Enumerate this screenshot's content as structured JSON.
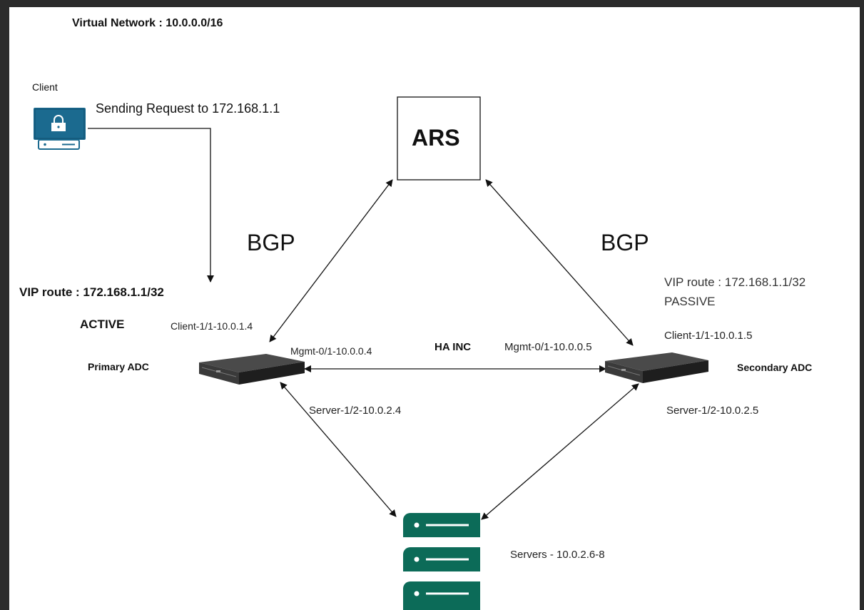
{
  "title": "Virtual Network : 10.0.0.0/16",
  "client": {
    "label": "Client",
    "request": "Sending Request to 172.168.1.1"
  },
  "ars": {
    "label": "ARS"
  },
  "bgp_left": "BGP",
  "bgp_right": "BGP",
  "primary": {
    "vip_route": "VIP route : 172.168.1.1/32",
    "state": "ACTIVE",
    "name": "Primary ADC",
    "client_if": "Client-1/1-10.0.1.4",
    "mgmt_if": "Mgmt-0/1-10.0.0.4",
    "server_if": "Server-1/2-10.0.2.4"
  },
  "secondary": {
    "vip_route": "VIP route : 172.168.1.1/32",
    "state": "PASSIVE",
    "name": "Secondary ADC",
    "client_if": "Client-1/1-10.0.1.5",
    "mgmt_if": "Mgmt-0/1-10.0.0.5",
    "server_if": "Server-1/2-10.0.2.5"
  },
  "ha_link": "HA INC",
  "servers": {
    "label": "Servers - 10.0.2.6-8"
  },
  "colors": {
    "client_icon": "#1b6a8f",
    "server_icon": "#0c6b58",
    "adc_body": "#2e2e2e",
    "line": "#111111"
  }
}
